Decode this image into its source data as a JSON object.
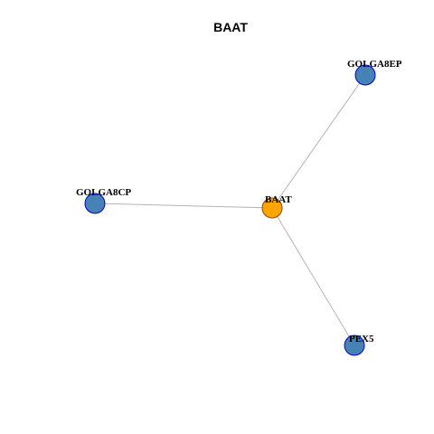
{
  "title": "BAAT",
  "colors": {
    "center_fill": "#FFA500",
    "center_stroke": "#8B4500",
    "neighbor_fill": "#4682B4",
    "neighbor_stroke": "#0000CD",
    "edge": "#B3B3B3"
  },
  "nodes": [
    {
      "id": "BAAT",
      "label": "BAAT",
      "role": "center"
    },
    {
      "id": "GOLGA8EP",
      "label": "GOLGA8EP",
      "role": "neighbor"
    },
    {
      "id": "GOLGA8CP",
      "label": "GOLGA8CP",
      "role": "neighbor"
    },
    {
      "id": "PEX5",
      "label": "PEX5",
      "role": "neighbor"
    }
  ],
  "edges": [
    {
      "source": "BAAT",
      "target": "GOLGA8EP"
    },
    {
      "source": "BAAT",
      "target": "GOLGA8CP"
    },
    {
      "source": "BAAT",
      "target": "PEX5"
    }
  ]
}
